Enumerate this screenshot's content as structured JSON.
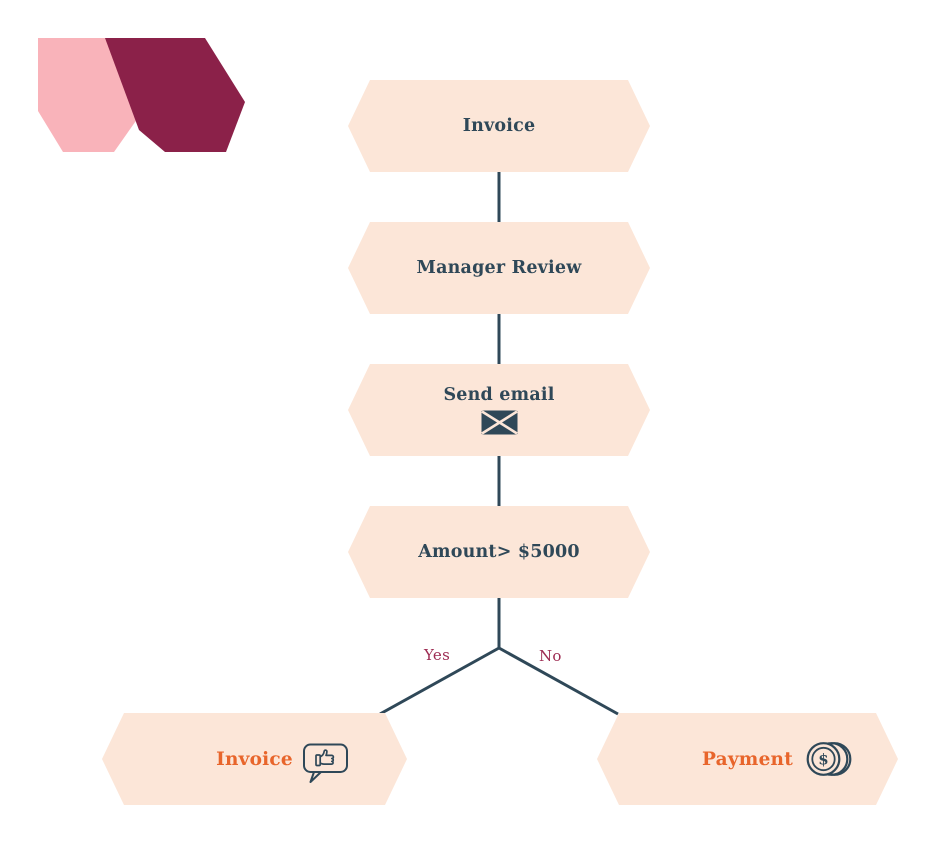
{
  "page": {
    "background": "#ffffff"
  },
  "logo": {
    "name": "two-hexagon-logo",
    "pink": "#f9b3ba",
    "maroon": "#8b2149"
  },
  "theme": {
    "node_fill": "#fce6d8",
    "node_text": "#2f4858",
    "connector": "#2f4858",
    "branch_label_color": "#9d2b52",
    "result_text": "#e8652b"
  },
  "flowchart": {
    "nodes": {
      "invoice": {
        "label": "Invoice"
      },
      "manager_review": {
        "label": "Manager Review"
      },
      "send_email": {
        "label": "Send email",
        "icon": "envelope-icon"
      },
      "decision": {
        "label": "Amount> $5000"
      },
      "invoice_result": {
        "label": "Invoice",
        "icon": "thumbs-up-speech-bubble-icon"
      },
      "payment": {
        "label": "Payment",
        "icon": "coins-icon"
      }
    },
    "branch": {
      "yes": "Yes",
      "no": "No"
    }
  }
}
